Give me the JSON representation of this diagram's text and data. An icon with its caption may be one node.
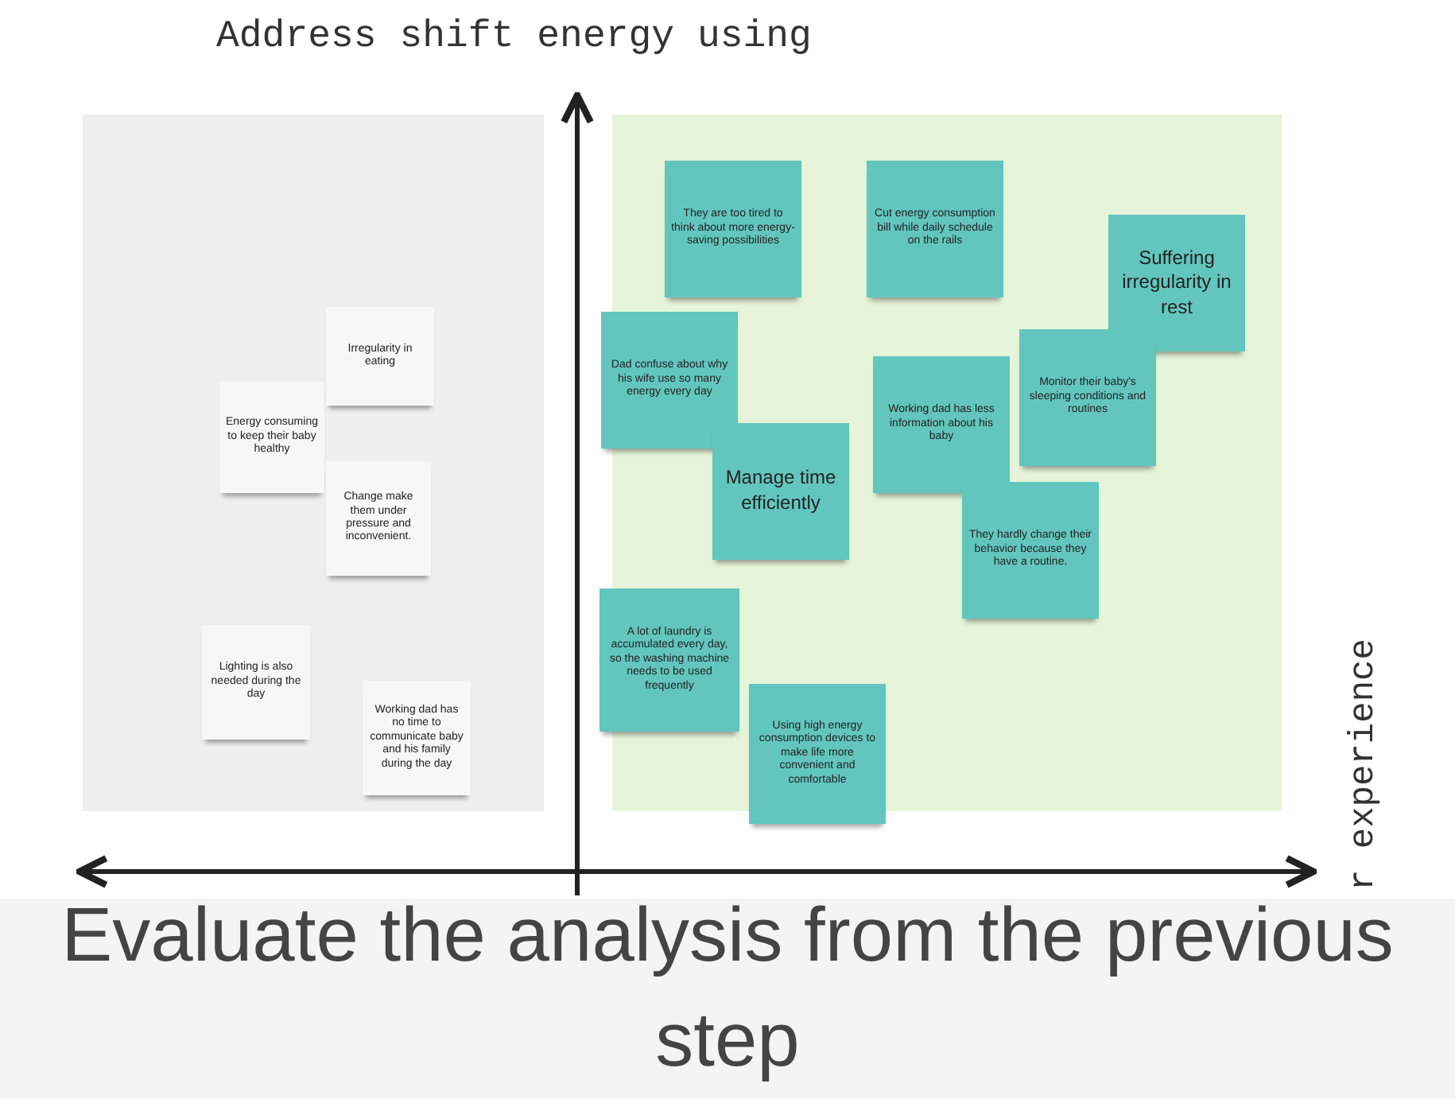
{
  "diagram": {
    "title": "Address shift energy using",
    "caption": "Evaluate the analysis from the previous step",
    "nodes": [
      {
        "text": [],
        "shape": "box"
      },
      {
        "text": [
          "Irregularity in eating"
        ],
        "in": 0
      },
      {
        "text": [
          "Energy consuming to keep their baby healthy"
        ],
        "in": 0
      },
      {
        "text": [
          "Change make them under pressure and inconvenient."
        ],
        "in": 0
      },
      {
        "text": [
          "Lighting is also needed during the day"
        ],
        "in": 0
      },
      {
        "text": [
          "Working dad has no time to communicate baby and his family during the day"
        ],
        "in": 0
      },
      {
        "text": [],
        "shape": "box"
      },
      {
        "text": [
          "They are too tired to think about more energy-saving possibilities"
        ],
        "in": 6
      },
      {
        "text": [
          "Cut energy consumption bill while daily schedule on the rails"
        ],
        "in": 6
      },
      {
        "text": [
          "Suffering irregularity in rest"
        ],
        "in": 6
      },
      {
        "text": [
          "Dad confuse about why his wife use so many energy every day"
        ],
        "in": 6
      },
      {
        "text": [
          "Monitor their baby's sleeping conditions and routines"
        ],
        "in": 6
      },
      {
        "text": [
          "Working dad has less information about his baby"
        ],
        "in": 6
      },
      {
        "text": [
          "Manage time efficiently"
        ],
        "in": 6
      },
      {
        "text": [
          "They hardly change their behavior because they have a routine."
        ],
        "in": 6
      },
      {
        "text": [
          "A lot of laundry is accumulated every day, so the washing machine needs to be used frequently"
        ],
        "in": 6
      },
      {
        "text": [
          "Using high energy consumption devices to make life more convenient and comfortable"
        ],
        "in": 6
      }
    ],
    "labels": [
      "r experience"
    ]
  }
}
